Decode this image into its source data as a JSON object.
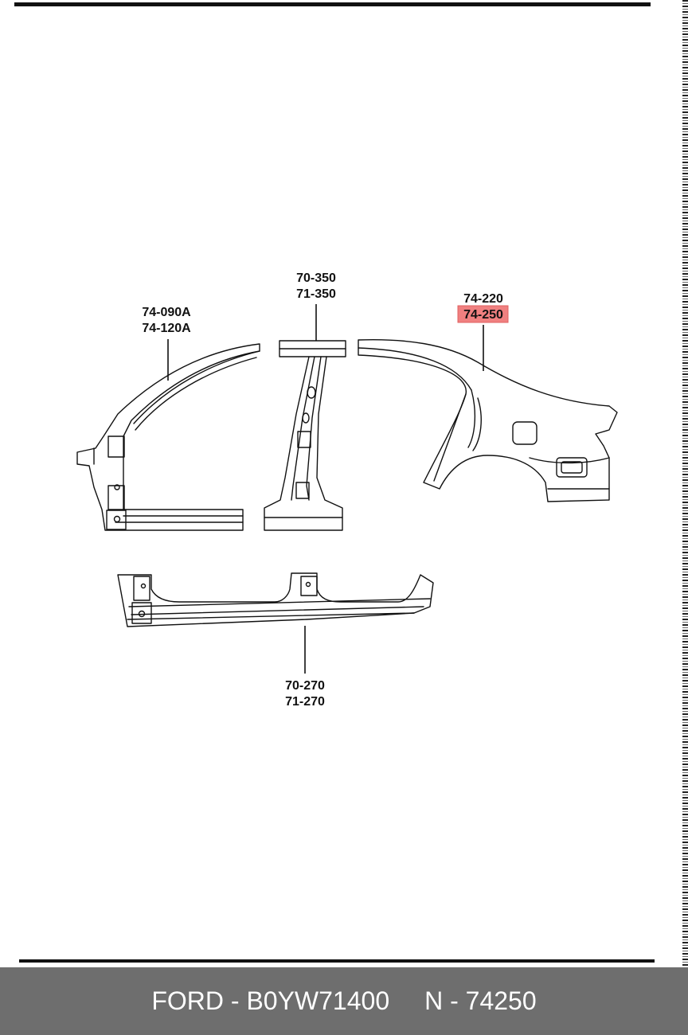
{
  "callouts": {
    "front_pillar": [
      "74-090A",
      "74-120A"
    ],
    "center_pillar": [
      "70-350",
      "71-350"
    ],
    "rear_panel": [
      "74-220",
      "74-250"
    ],
    "sill": [
      "70-270",
      "71-270"
    ]
  },
  "highlighted_part": "74-250",
  "highlight_color": "#f08080",
  "footer": {
    "brand_part": "FORD - B0YW71400",
    "ref": "N - 74250"
  },
  "colors": {
    "footer_bg": "#6e6e6e",
    "footer_text": "#ffffff",
    "line": "#111111"
  }
}
